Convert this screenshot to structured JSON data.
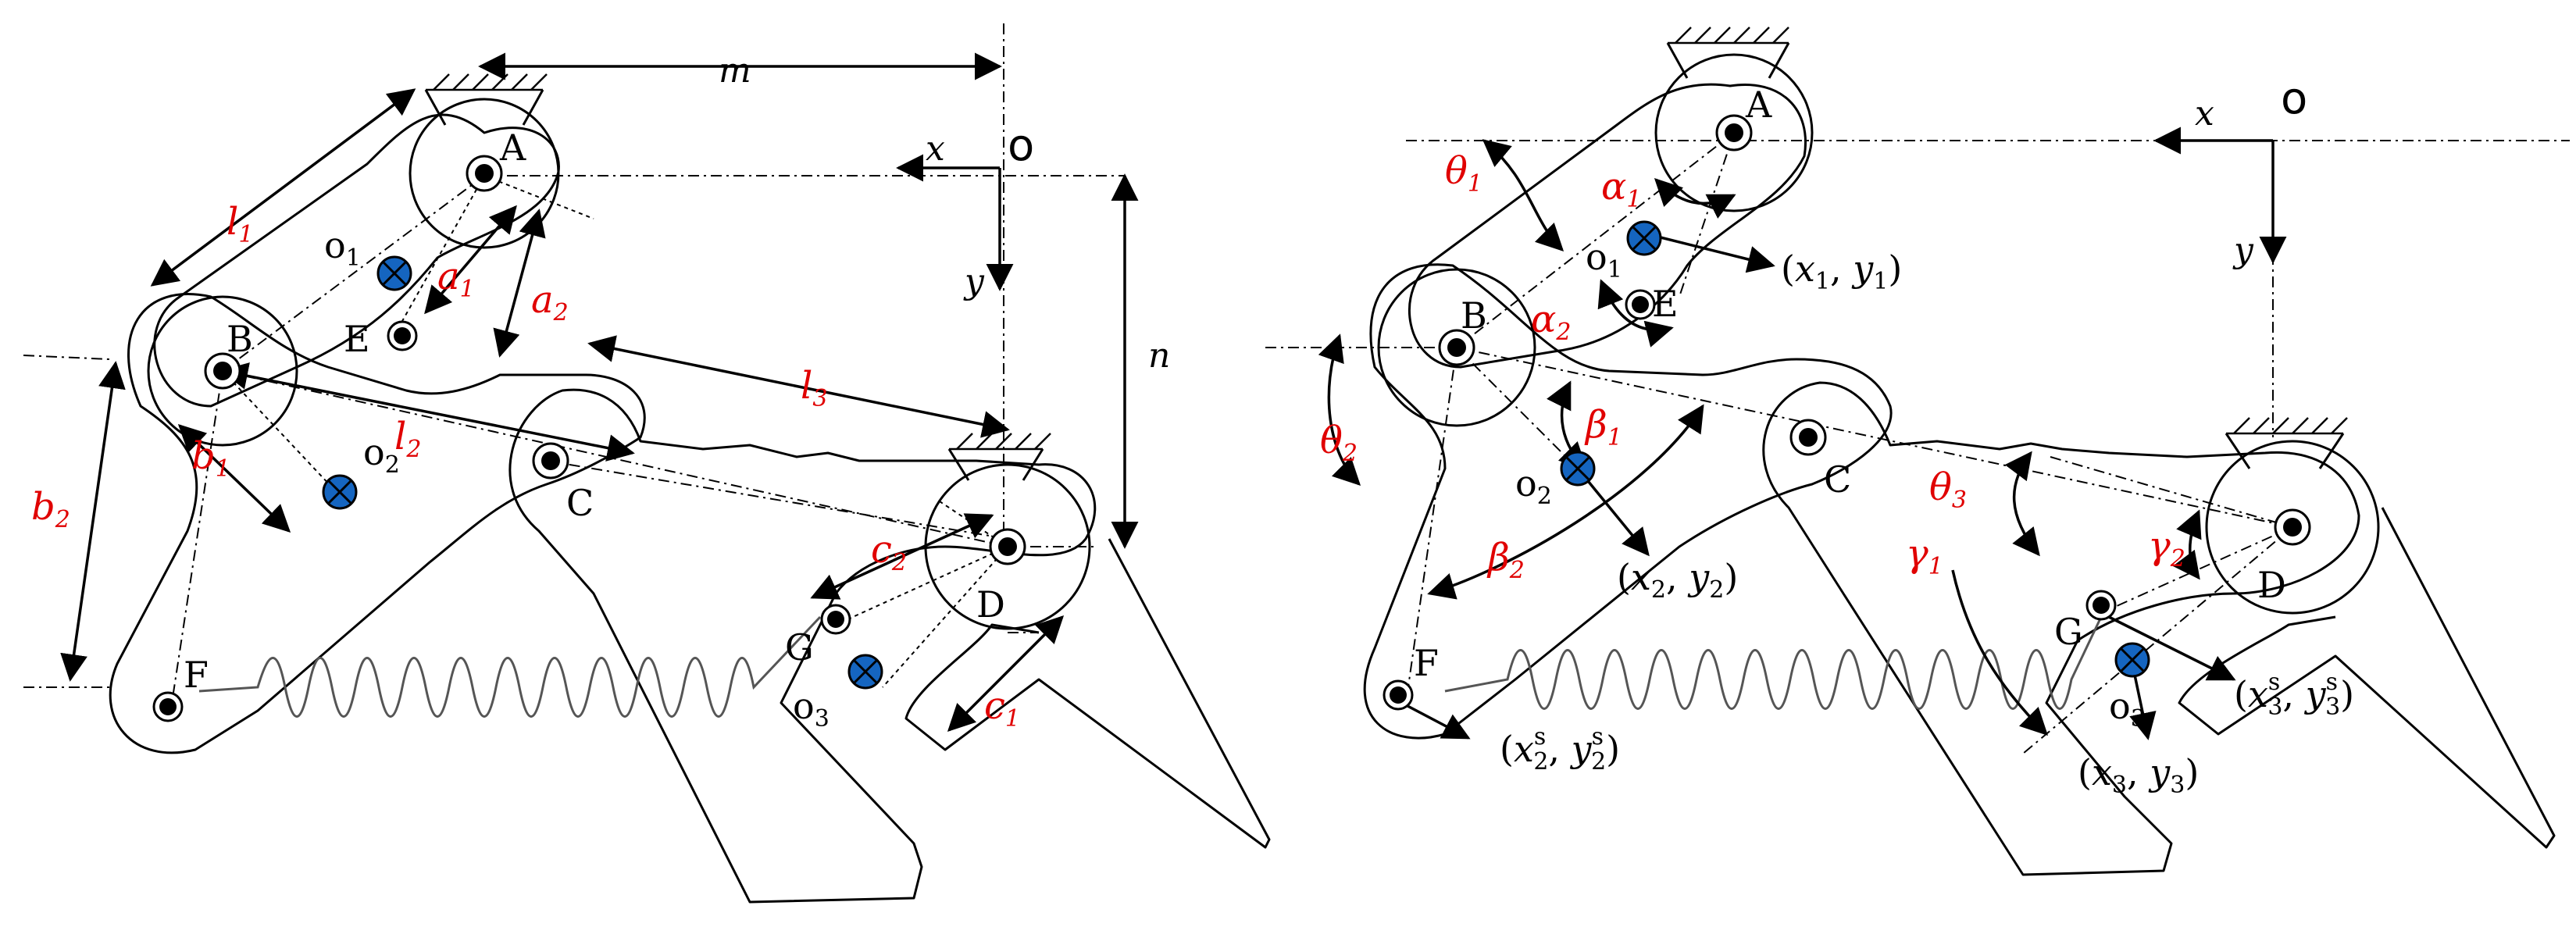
{
  "left_figure": {
    "origin_label": "o",
    "x_axis": "x",
    "y_axis": "y",
    "joints": {
      "A": "A",
      "B": "B",
      "C": "C",
      "D": "D",
      "E": "E",
      "F": "F",
      "G": "G"
    },
    "centers": {
      "o1": "o",
      "o1_sub": "1",
      "o2": "o",
      "o2_sub": "2",
      "o3": "o",
      "o3_sub": "3"
    },
    "dims": {
      "m": "m",
      "n": "n",
      "l1": "l",
      "l1_sub": "1",
      "l2": "l",
      "l2_sub": "2",
      "l3": "l",
      "l3_sub": "3",
      "a1": "a",
      "a1_sub": "1",
      "a2": "a",
      "a2_sub": "2",
      "b1": "b",
      "b1_sub": "1",
      "b2": "b",
      "b2_sub": "2",
      "c1": "c",
      "c1_sub": "1",
      "c2": "c",
      "c2_sub": "2"
    }
  },
  "right_figure": {
    "origin_label": "o",
    "x_axis": "x",
    "y_axis": "y",
    "joints": {
      "A": "A",
      "B": "B",
      "C": "C",
      "D": "D",
      "E": "E",
      "F": "F",
      "G": "G"
    },
    "centers": {
      "o1": "o",
      "o1_sub": "1",
      "o2": "o",
      "o2_sub": "2",
      "o3": "o",
      "o3_sub": "3"
    },
    "angles": {
      "theta1": "θ",
      "theta1_sub": "1",
      "theta2": "θ",
      "theta2_sub": "2",
      "theta3": "θ",
      "theta3_sub": "3",
      "alpha1": "α",
      "alpha1_sub": "1",
      "alpha2": "α",
      "alpha2_sub": "2",
      "beta1": "β",
      "beta1_sub": "1",
      "beta2": "β",
      "beta2_sub": "2",
      "gamma1": "γ",
      "gamma1_sub": "1",
      "gamma2": "γ",
      "gamma2_sub": "2"
    },
    "coords": {
      "c1": "(x1, y1)",
      "c2": "(x2, y2)",
      "c3": "(x3, y3)",
      "s2": "(xs2, ys2)",
      "s3": "(xs3, ys3)"
    },
    "coord_parts": {
      "x": "x",
      "y": "y",
      "s": "s",
      "one": "1",
      "two": "2",
      "three": "3",
      "open": "(",
      "comma": ", ",
      "close": ")"
    }
  },
  "colors": {
    "labels_red": "#e00000",
    "center_marker": "#1565c0",
    "lines": "#000000",
    "spring": "#555555"
  },
  "icons": [
    "cross-circle-center-marker",
    "pin-joint-dot",
    "ground-hatch"
  ]
}
